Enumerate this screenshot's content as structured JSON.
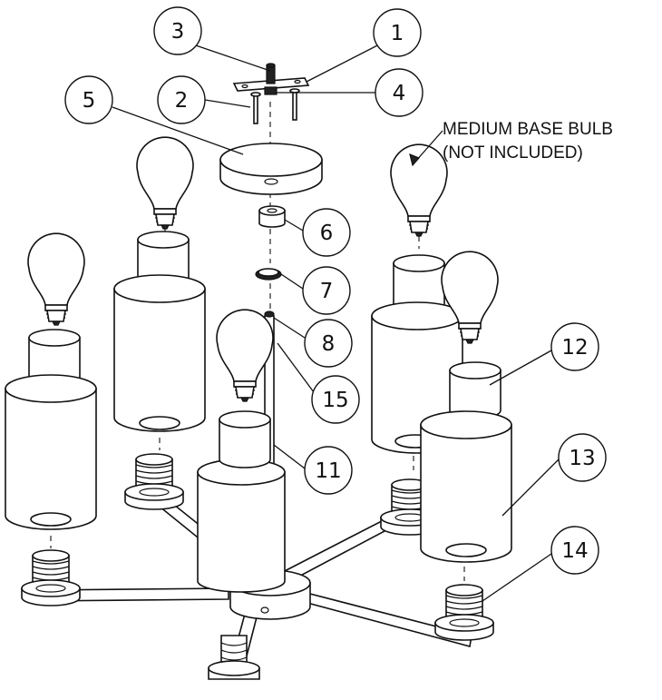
{
  "note": {
    "line1": "MEDIUM BASE BULB",
    "line2": "(NOT INCLUDED)"
  },
  "callouts": [
    "1",
    "2",
    "3",
    "4",
    "5",
    "6",
    "7",
    "8",
    "11",
    "12",
    "13",
    "14",
    "15"
  ]
}
